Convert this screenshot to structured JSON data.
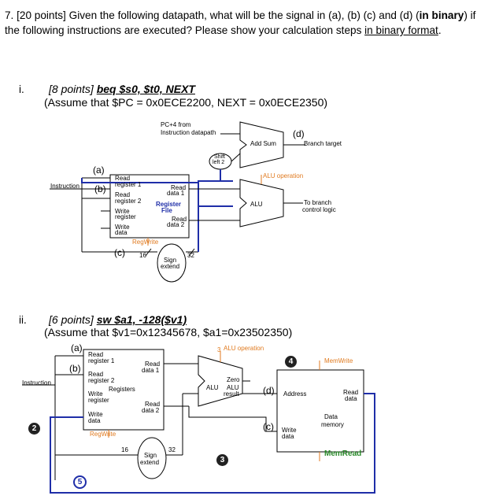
{
  "question": {
    "lead": "7. [20 points] Given the following datapath, what will be the signal in (a), (b) (c) and (d) (",
    "bold_in_binary": "in binary",
    "mid": ") if the following instructions are executed? Please show your calculation steps ",
    "underlined": "in binary format",
    "end": "."
  },
  "part1": {
    "roman": "i.",
    "points": "[8 points]",
    "instruction": "beq $s0, $t0, NEXT",
    "assume": "(Assume that $PC = 0x0ECE2200, NEXT = 0x0ECE2350)",
    "diagram": {
      "pc4": "PC+4 from",
      "instr_datapath": "Instruction datapath",
      "add_sum": "Add  Sum",
      "branch_target": "Branch target",
      "d": "(d)",
      "shift_left": "Shift",
      "shift_left2": "left 2",
      "alu_operation": "ALU operation",
      "alu": "ALU",
      "to_branch": "To branch",
      "control_logic": "control logic",
      "instruction": "Instruction",
      "a": "(a)",
      "b": "(b)",
      "c": "(c)",
      "read_register_1a": "Read",
      "read_register_1b": "register 1",
      "read_register_2a": "Read",
      "read_register_2b": "register 2",
      "write_register_a": "Write",
      "write_register_b": "register",
      "write_data_a": "Write",
      "write_data_b": "data",
      "read_data_1a": "Read",
      "read_data_1b": "data 1",
      "read_data_2a": "Read",
      "read_data_2b": "data 2",
      "register_a": "Register",
      "register_b": "File",
      "regwrite": "RegWrite",
      "n16": "16",
      "n32": "32",
      "sign": "Sign",
      "extend": "extend"
    }
  },
  "part2": {
    "roman": "ii.",
    "points": "[6 points]",
    "instruction": "sw $a1, -128($v1)",
    "assume": "(Assume that $v1=0x12345678, $a1=0x23502350)",
    "diagram": {
      "a": "(a)",
      "b": "(b)",
      "c": "(c)",
      "d": "(d)",
      "instruction": "Instruction",
      "read_register_1a": "Read",
      "read_register_1b": "register 1",
      "read_register_2a": "Read",
      "read_register_2b": "register 2",
      "registers": "Registers",
      "write_register_a": "Write",
      "write_register_b": "register",
      "write_data_a": "Write",
      "write_data_b": "data",
      "read_data_1a": "Read",
      "read_data_1b": "data 1",
      "read_data_2a": "Read",
      "read_data_2b": "data 2",
      "regwrite": "RegWrite",
      "n3": "3",
      "alu_operation": "ALU operation",
      "zero": "Zero",
      "alu": "ALU",
      "alu_result_a": "ALU",
      "alu_result_b": "result",
      "address": "Address",
      "read_data_a": "Read",
      "read_data_b": "data",
      "write_data_mem_a": "Write",
      "write_data_mem_b": "data",
      "data_memory_a": "Data",
      "data_memory_b": "memory",
      "memwrite": "MemWrite",
      "memread": "MemRead",
      "n16": "16",
      "n32": "32",
      "sign": "Sign",
      "extend": "extend",
      "num2": "2",
      "num3": "3",
      "num4": "4",
      "num5": "5"
    }
  }
}
